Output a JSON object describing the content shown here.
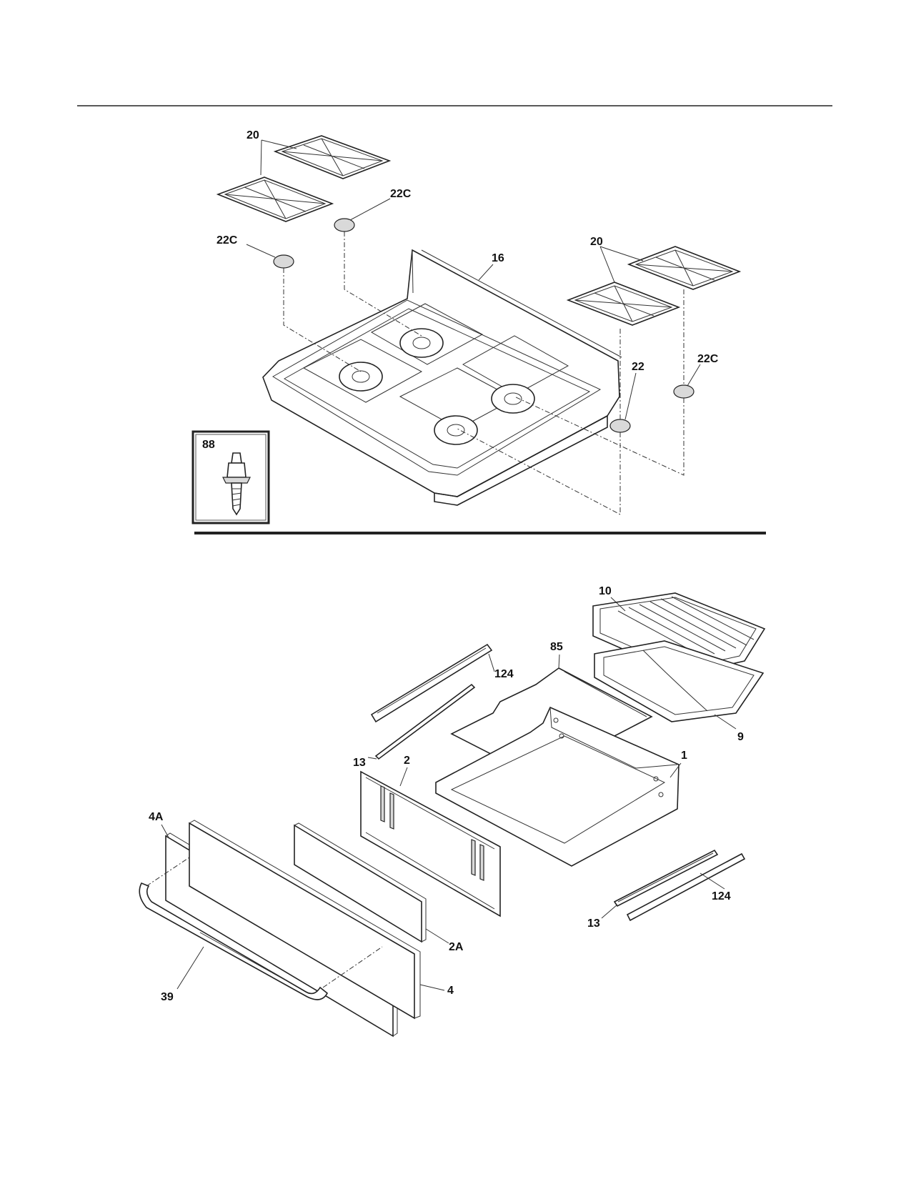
{
  "labels": {
    "grate_left": "20",
    "grate_right": "20",
    "cap_a": "22C",
    "cap_b": "22C",
    "cap_c": "22C",
    "cap_d": "22",
    "cooktop": "16",
    "inset_bolt": "88",
    "broiler_rack": "10",
    "broiler_pan": "9",
    "drawer_frame": "85",
    "slide_upper_right": "124",
    "slide_upper_left": "13",
    "drawer_body": "1",
    "drawer_back": "2",
    "drawer_panel": "2A",
    "door_outer": "4A",
    "door_front": "4",
    "handle": "39",
    "slide_lower_left": "13",
    "slide_lower_right": "124"
  },
  "colors": {
    "line": "#222222",
    "background": "#ffffff",
    "inset_border": "#222222"
  }
}
